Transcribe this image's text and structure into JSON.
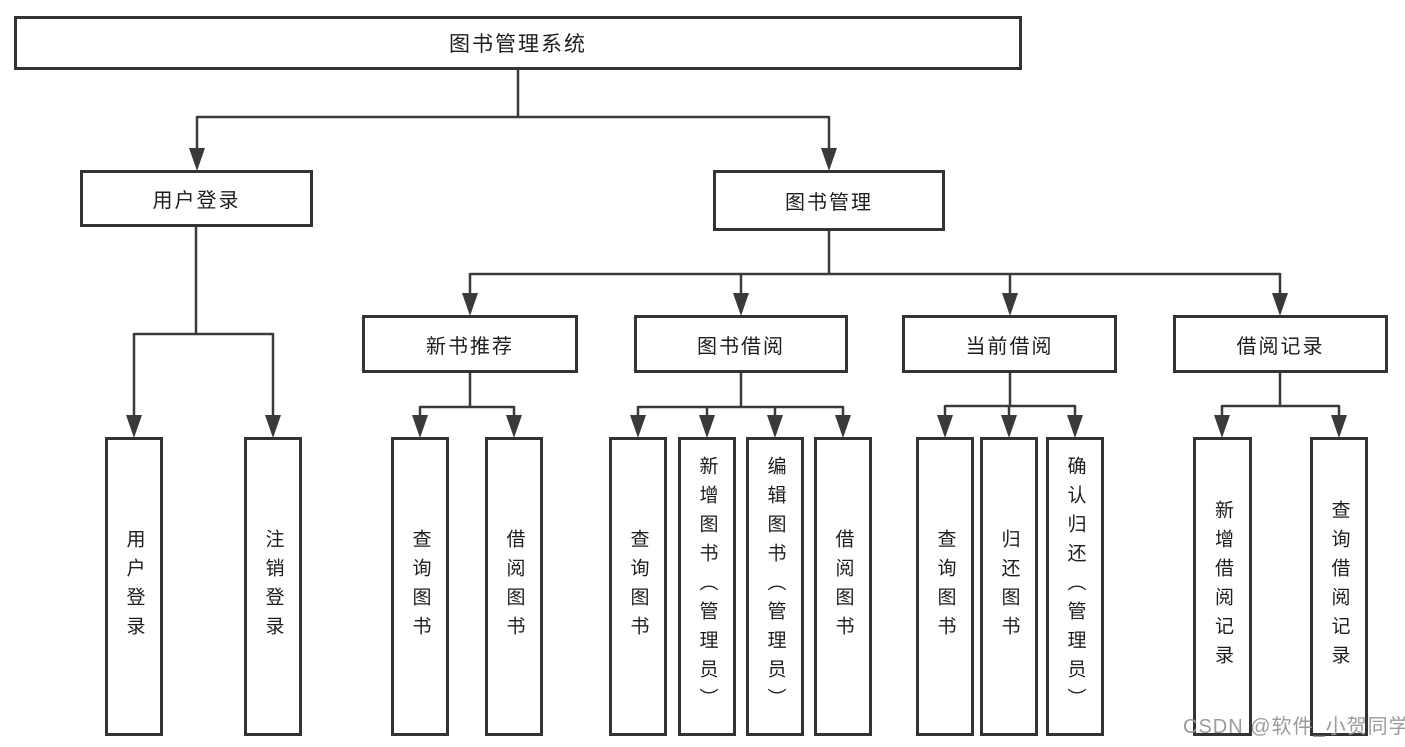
{
  "diagram": {
    "root": {
      "label": "图书管理系统"
    },
    "branches": [
      {
        "label": "用户登录",
        "children": [
          {
            "label": "用户登录"
          },
          {
            "label": "注销登录"
          }
        ]
      },
      {
        "label": "图书管理",
        "children": [
          {
            "label": "新书推荐",
            "children": [
              {
                "label": "查询图书"
              },
              {
                "label": "借阅图书"
              }
            ]
          },
          {
            "label": "图书借阅",
            "children": [
              {
                "label": "查询图书"
              },
              {
                "label": "新增图书（管理员）"
              },
              {
                "label": "编辑图书（管理员）"
              },
              {
                "label": "借阅图书"
              }
            ]
          },
          {
            "label": "当前借阅",
            "children": [
              {
                "label": "查询图书"
              },
              {
                "label": "归还图书"
              },
              {
                "label": "确认归还（管理员）"
              }
            ]
          },
          {
            "label": "借阅记录",
            "children": [
              {
                "label": "新增借阅记录"
              },
              {
                "label": "查询借阅记录"
              }
            ]
          }
        ]
      }
    ]
  },
  "watermark": {
    "text": "CSDN @软件_小贺同学"
  },
  "colors": {
    "background": "#ffffff",
    "box_fill": "#ffffff",
    "box_border": "#333333",
    "line": "#3a3a3a",
    "text": "#1d1d1d",
    "watermark": "#9b9b9b"
  }
}
